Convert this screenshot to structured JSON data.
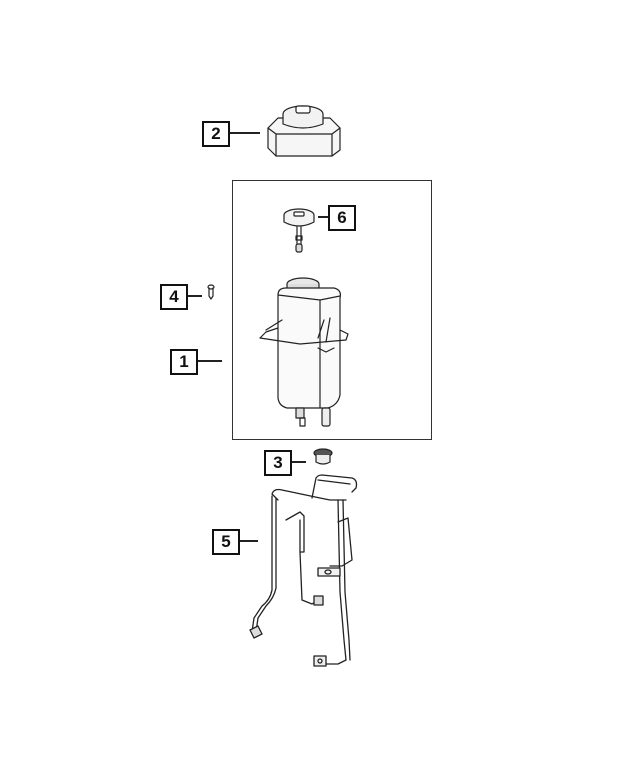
{
  "diagram": {
    "type": "exploded parts diagram",
    "subject": "Coolant reservoir / expansion tank assembly",
    "callouts": [
      {
        "id": "1",
        "label": "1",
        "part": "reservoir-bottle"
      },
      {
        "id": "2",
        "label": "2",
        "part": "reservoir-cover"
      },
      {
        "id": "3",
        "label": "3",
        "part": "grommet"
      },
      {
        "id": "4",
        "label": "4",
        "part": "screw"
      },
      {
        "id": "5",
        "label": "5",
        "part": "wiring-harness-bracket"
      },
      {
        "id": "6",
        "label": "6",
        "part": "pressure-cap-with-sensor"
      }
    ]
  },
  "colors": {
    "line": "#222222",
    "background": "#ffffff",
    "fill": "#f4f4f4"
  }
}
